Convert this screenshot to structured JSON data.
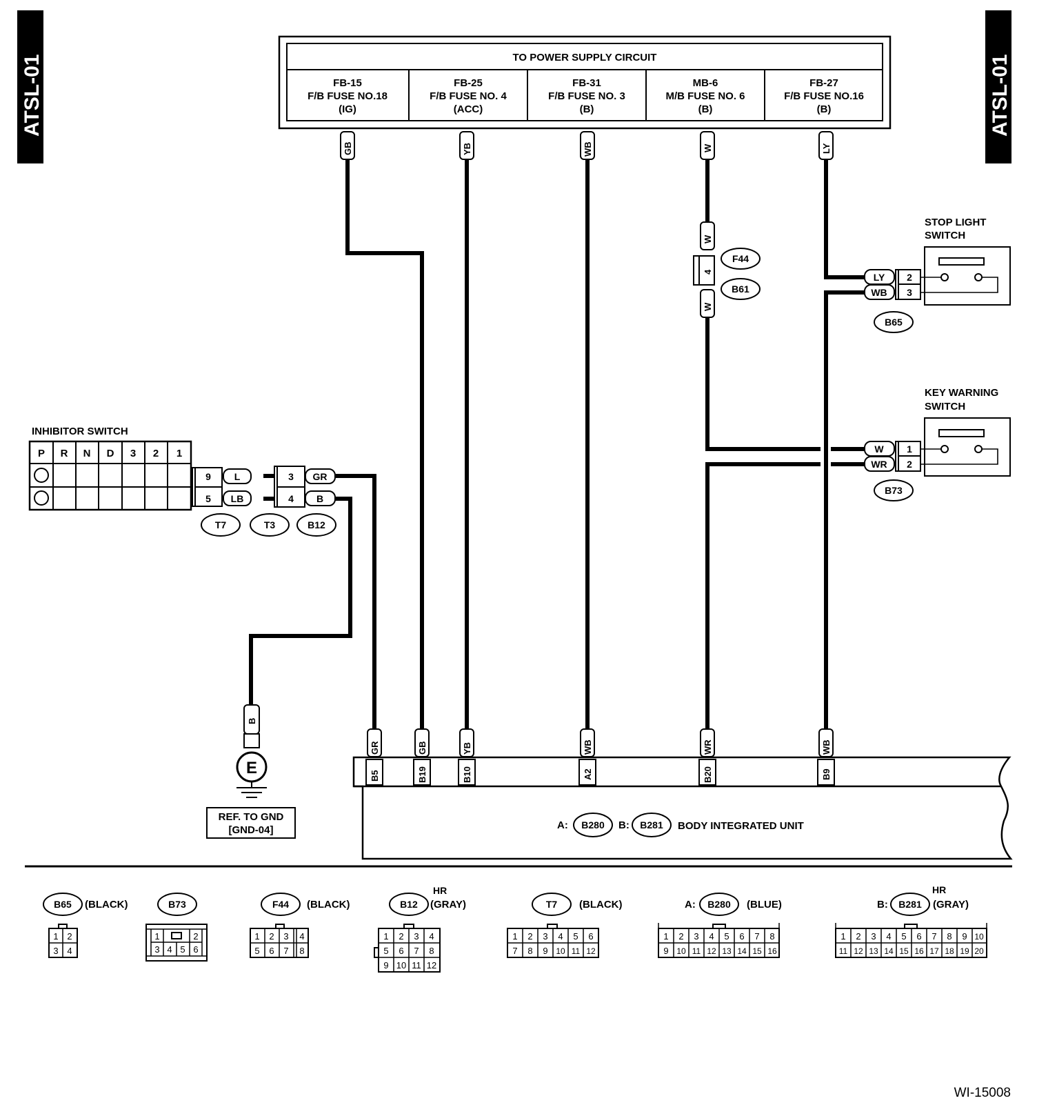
{
  "page_tag": "ATSL-01",
  "figure_id": "WI-15008",
  "power_supply": {
    "title": "TO POWER SUPPLY CIRCUIT",
    "fuses": [
      {
        "line1": "FB-15",
        "line2": "F/B FUSE NO.18",
        "line3": "(IG)",
        "wire": "GB"
      },
      {
        "line1": "FB-25",
        "line2": "F/B FUSE NO. 4",
        "line3": "(ACC)",
        "wire": "YB"
      },
      {
        "line1": "FB-31",
        "line2": "F/B FUSE NO. 3",
        "line3": "(B)",
        "wire": "WB"
      },
      {
        "line1": "MB-6",
        "line2": "M/B FUSE NO. 6",
        "line3": "(B)",
        "wire": "W"
      },
      {
        "line1": "FB-27",
        "line2": "F/B FUSE NO.16",
        "line3": "(B)",
        "wire": "LY"
      }
    ]
  },
  "stop_light_switch": {
    "title_line1": "STOP LIGHT",
    "title_line2": "SWITCH",
    "connector": "B65",
    "pins": [
      {
        "wire": "LY",
        "pin": "2"
      },
      {
        "wire": "WB",
        "pin": "3"
      }
    ]
  },
  "key_warning_switch": {
    "title_line1": "KEY WARNING",
    "title_line2": "SWITCH",
    "connector": "B73",
    "pins": [
      {
        "wire": "W",
        "pin": "1"
      },
      {
        "wire": "WR",
        "pin": "2"
      }
    ]
  },
  "f44_b61": {
    "upper_wire": "W",
    "pin": "4",
    "lower_wire": "W",
    "conn_upper": "F44",
    "conn_lower": "B61"
  },
  "inhibitor_switch": {
    "title": "INHIBITOR SWITCH",
    "positions": [
      "P",
      "R",
      "N",
      "D",
      "3",
      "2",
      "1"
    ],
    "t7_pins": [
      "9",
      "5"
    ],
    "t7_wires": [
      "L",
      "LB"
    ],
    "t3_pins": [
      "3",
      "4"
    ],
    "b12_wires": [
      "GR",
      "B"
    ],
    "connectors": [
      "T7",
      "T3",
      "B12"
    ]
  },
  "ground": {
    "wire": "B",
    "symbol": "E",
    "ref_line1": "REF. TO GND",
    "ref_line2": "[GND-04]"
  },
  "body_unit": {
    "prefix_a": "A:",
    "conn_a": "B280",
    "prefix_b": "B:",
    "conn_b": "B281",
    "label": "BODY INTEGRATED UNIT",
    "terminals": [
      {
        "wire": "GR",
        "pin": "B5"
      },
      {
        "wire": "GB",
        "pin": "B19"
      },
      {
        "wire": "YB",
        "pin": "B10"
      },
      {
        "wire": "WB",
        "pin": "A2"
      },
      {
        "wire": "WR",
        "pin": "B20"
      },
      {
        "wire": "WB",
        "pin": "B9"
      }
    ]
  },
  "legend": {
    "b65": {
      "name": "B65",
      "color": "(BLACK)",
      "rows": [
        [
          "1",
          "2"
        ],
        [
          "3",
          "4"
        ]
      ]
    },
    "b73": {
      "name": "B73",
      "rows": [
        [
          "1",
          "2"
        ],
        [
          "3",
          "4",
          "5",
          "6"
        ]
      ]
    },
    "f44": {
      "name": "F44",
      "color": "(BLACK)",
      "rows": [
        [
          "1",
          "2",
          "3",
          "4"
        ],
        [
          "5",
          "6",
          "7",
          "8"
        ]
      ]
    },
    "b12": {
      "name": "B12",
      "hr": "HR",
      "color": "(GRAY)",
      "rows": [
        [
          "1",
          "2",
          "3",
          "4"
        ],
        [
          "5",
          "6",
          "7",
          "8"
        ],
        [
          "9",
          "10",
          "11",
          "12"
        ]
      ]
    },
    "t7": {
      "name": "T7",
      "color": "(BLACK)",
      "rows": [
        [
          "1",
          "2",
          "3",
          "4",
          "5",
          "6"
        ],
        [
          "7",
          "8",
          "9",
          "10",
          "11",
          "12"
        ]
      ]
    },
    "b280": {
      "prefix": "A:",
      "name": "B280",
      "color": "(BLUE)",
      "rows": [
        [
          "1",
          "2",
          "3",
          "4",
          "5",
          "6",
          "7",
          "8"
        ],
        [
          "9",
          "10",
          "11",
          "12",
          "13",
          "14",
          "15",
          "16"
        ]
      ]
    },
    "b281": {
      "prefix": "B:",
      "name": "B281",
      "hr": "HR",
      "color": "(GRAY)",
      "rows": [
        [
          "1",
          "2",
          "3",
          "4",
          "5",
          "6",
          "7",
          "8",
          "9",
          "10"
        ],
        [
          "11",
          "12",
          "13",
          "14",
          "15",
          "16",
          "17",
          "18",
          "19",
          "20"
        ]
      ]
    }
  }
}
